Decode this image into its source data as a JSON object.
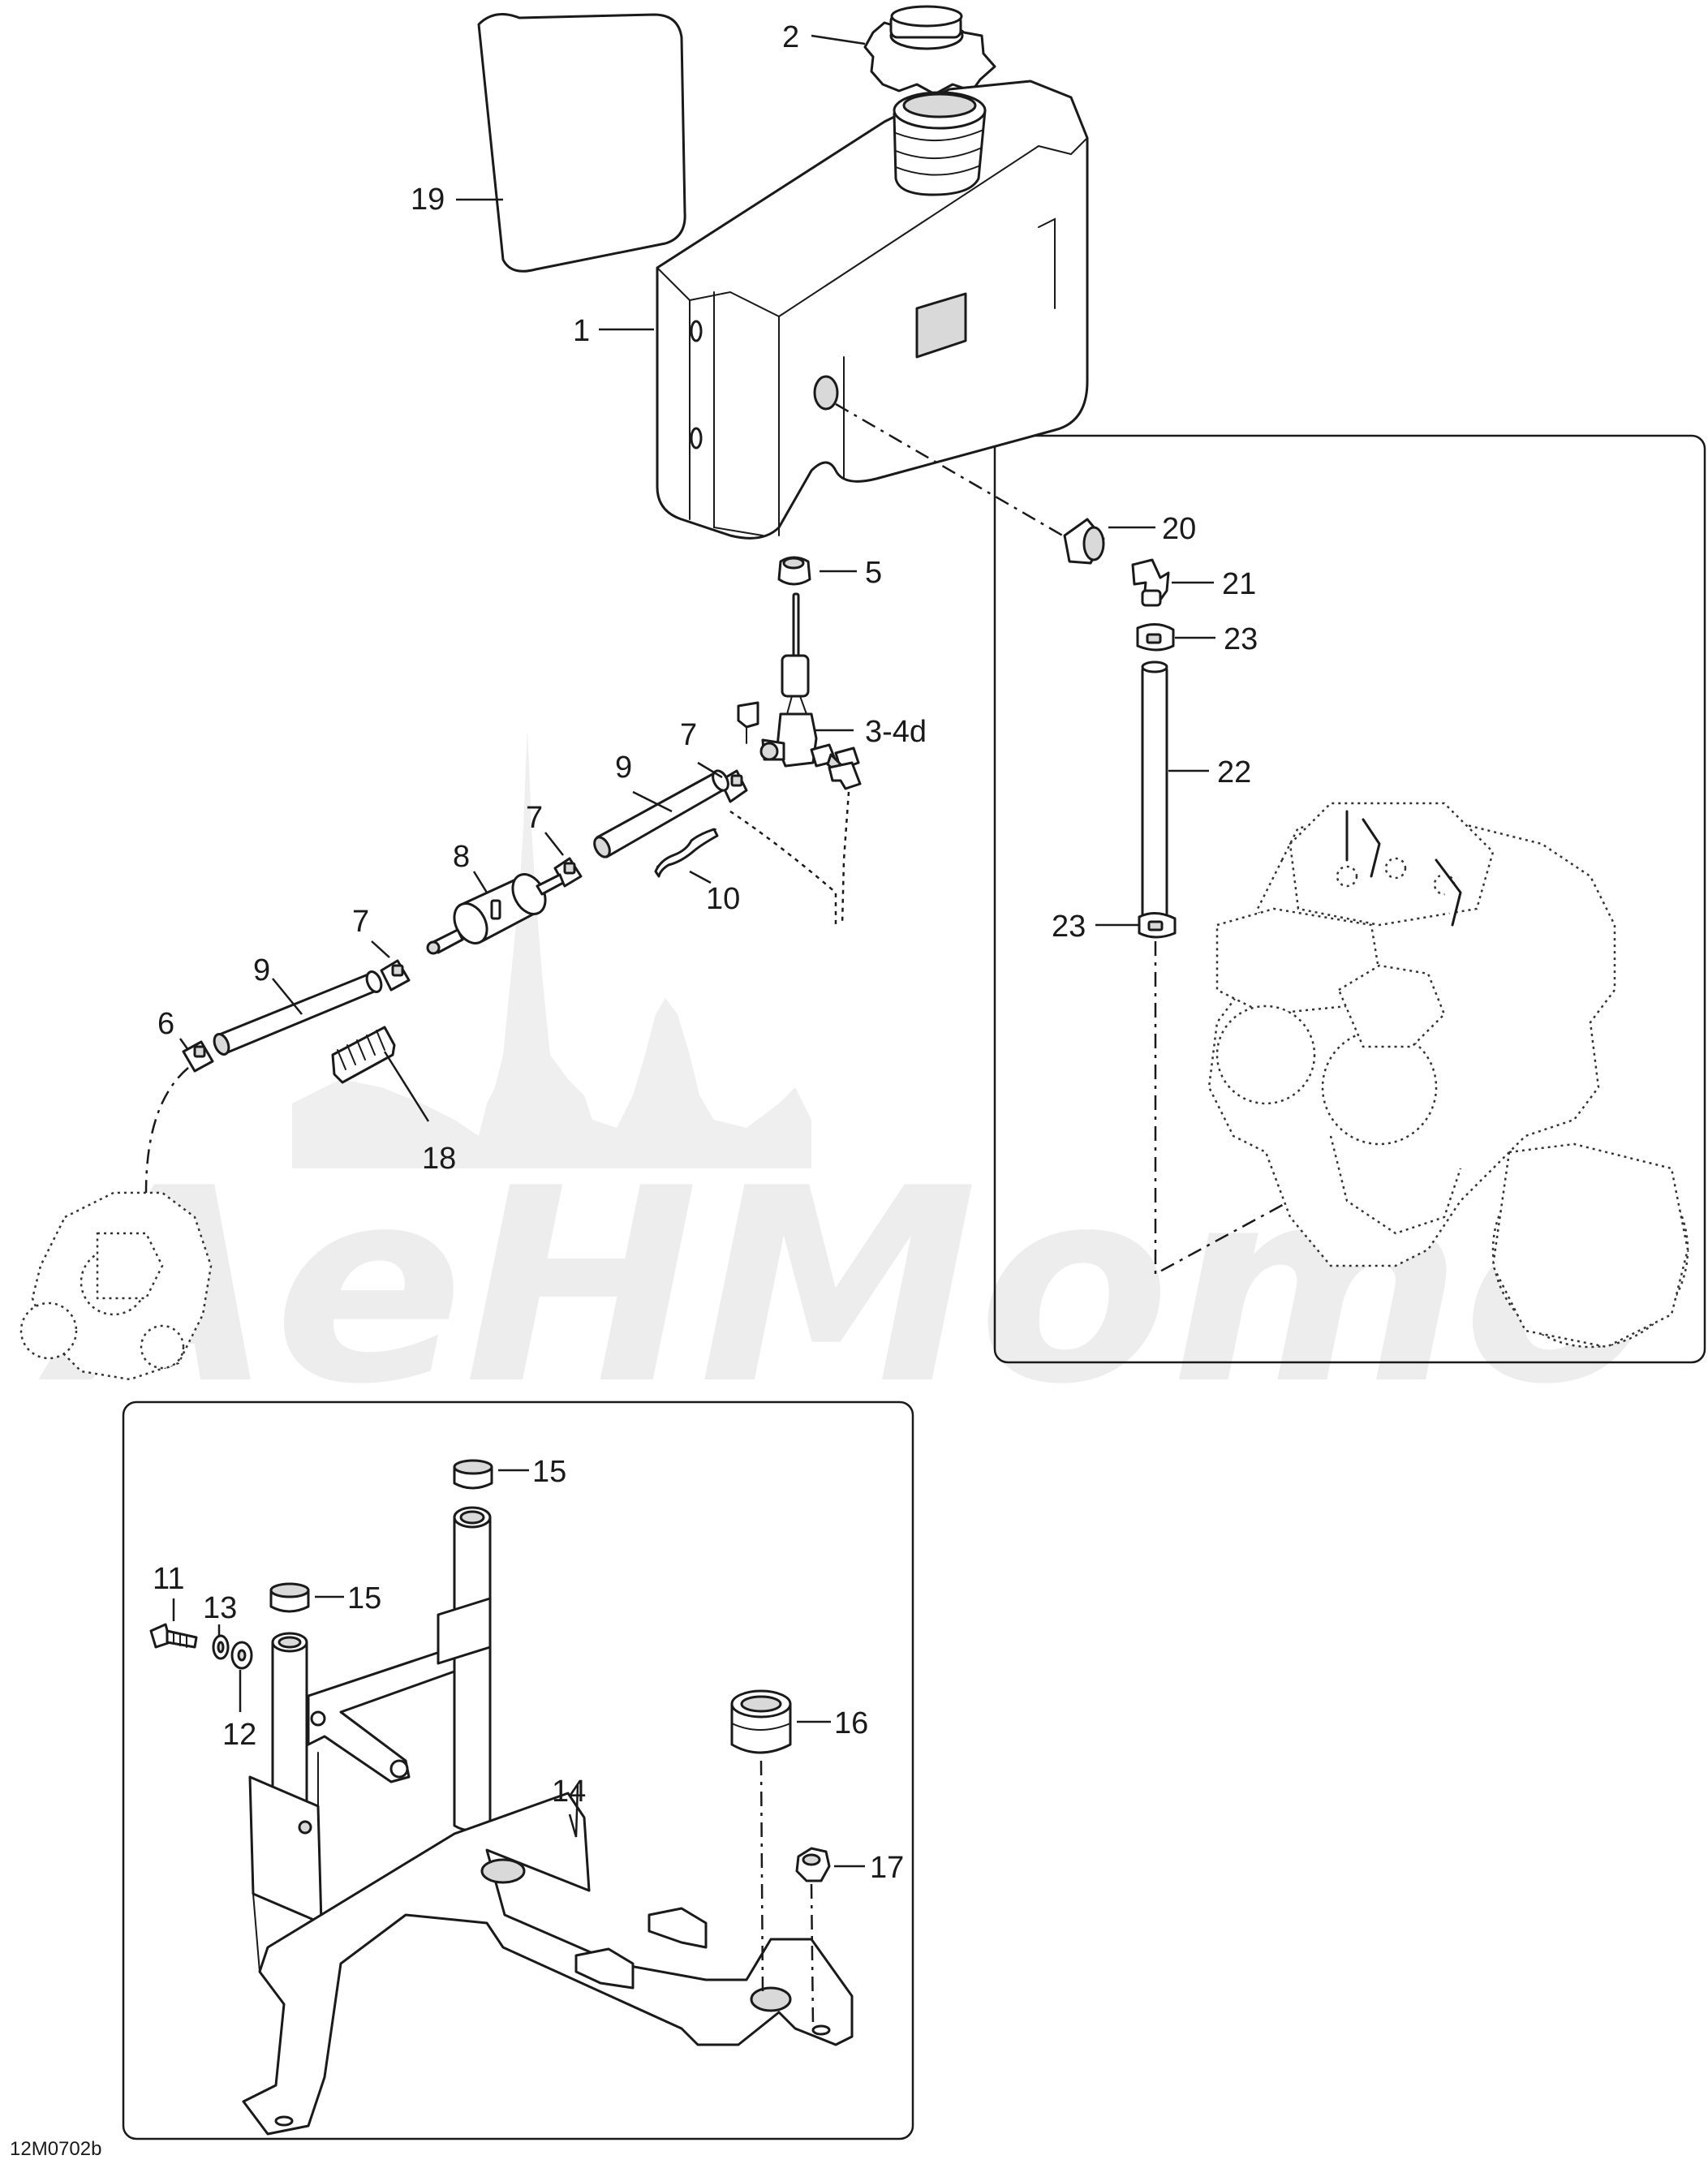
{
  "diagram": {
    "code_label": "12M0702b",
    "watermark_text": "AeHMomo",
    "colors": {
      "line": "#1a1a1a",
      "watermark": "#ededed",
      "background": "#ffffff"
    },
    "callouts": [
      {
        "id": "c1",
        "label": "1"
      },
      {
        "id": "c2",
        "label": "2"
      },
      {
        "id": "c3",
        "label": "3-4d"
      },
      {
        "id": "c5",
        "label": "5"
      },
      {
        "id": "c6",
        "label": "6"
      },
      {
        "id": "c7a",
        "label": "7"
      },
      {
        "id": "c7b",
        "label": "7"
      },
      {
        "id": "c7c",
        "label": "7"
      },
      {
        "id": "c8",
        "label": "8"
      },
      {
        "id": "c9a",
        "label": "9"
      },
      {
        "id": "c9b",
        "label": "9"
      },
      {
        "id": "c10",
        "label": "10"
      },
      {
        "id": "c11",
        "label": "11"
      },
      {
        "id": "c12",
        "label": "12"
      },
      {
        "id": "c13",
        "label": "13"
      },
      {
        "id": "c14",
        "label": "14"
      },
      {
        "id": "c15a",
        "label": "15"
      },
      {
        "id": "c15b",
        "label": "15"
      },
      {
        "id": "c16",
        "label": "16"
      },
      {
        "id": "c17",
        "label": "17"
      },
      {
        "id": "c18",
        "label": "18"
      },
      {
        "id": "c19",
        "label": "19"
      },
      {
        "id": "c20",
        "label": "20"
      },
      {
        "id": "c21",
        "label": "21"
      },
      {
        "id": "c22",
        "label": "22"
      },
      {
        "id": "c23a",
        "label": "23"
      },
      {
        "id": "c23b",
        "label": "23"
      }
    ]
  }
}
